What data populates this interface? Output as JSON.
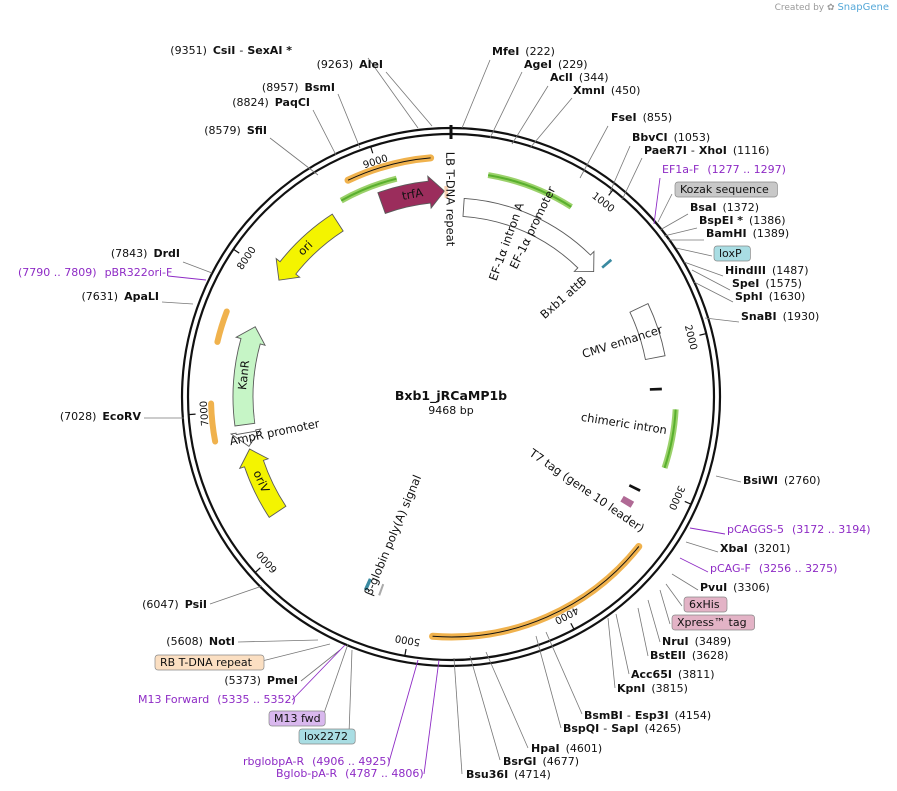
{
  "watermark": {
    "prefix": "Created by",
    "brand": "SnapGene"
  },
  "plasmid": {
    "name": "Bxb1_jRCaMP1b",
    "size_label": "9468 bp",
    "length": 9468
  },
  "ticks": [
    {
      "pos": 1000,
      "label": "1000"
    },
    {
      "pos": 2000,
      "label": "2000"
    },
    {
      "pos": 3000,
      "label": "3000"
    },
    {
      "pos": 4000,
      "label": "4000"
    },
    {
      "pos": 5000,
      "label": "5000"
    },
    {
      "pos": 6000,
      "label": "6000"
    },
    {
      "pos": 7000,
      "label": "7000"
    },
    {
      "pos": 8000,
      "label": "8000"
    },
    {
      "pos": 9000,
      "label": "9000"
    }
  ],
  "colors": {
    "trfA": "#9b2d5c",
    "ori": "#f4f400",
    "oriV": "#f4f400",
    "KanR": "#c6f5c6",
    "promoter_outline": "#5a5a5a",
    "orange_halo": "#f0b24d",
    "green_arrow": "#59b02d",
    "primer": "#8e2bc5",
    "outer_circle": "#111111"
  },
  "features": [
    {
      "name": "trfA",
      "start": 8950,
      "end": 9420,
      "dir": 1,
      "type": "cds",
      "label": "trfA"
    },
    {
      "name": "ori",
      "start": 8000,
      "end": 8600,
      "dir": -1,
      "type": "rep",
      "label": "ori"
    },
    {
      "name": "KanR",
      "start": 6900,
      "end": 7620,
      "dir": 1,
      "type": "cds",
      "label": "KanR"
    },
    {
      "name": "oriV",
      "start": 6220,
      "end": 6720,
      "dir": 1,
      "type": "rep",
      "label": "oriV"
    },
    {
      "name": "EF-1a promoter",
      "start": 100,
      "end": 1280,
      "dir": 1,
      "type": "promoter",
      "label": "EF-1α promoter"
    },
    {
      "name": "CMV enhancer",
      "start": 1700,
      "end": 2080,
      "dir": 1,
      "type": "enhancer",
      "label": "CMV enhancer"
    },
    {
      "name": "AmpR promoter",
      "start": 6740,
      "end": 6840,
      "dir": -1,
      "type": "promoter",
      "label": "AmpR promoter"
    }
  ],
  "inner_labels": [
    {
      "text": "LB T-DNA repeat",
      "pos": 9460,
      "r": 198
    },
    {
      "text": "EF-1α intron A",
      "pos": 520,
      "r": 165
    },
    {
      "text": "Bxb1 attB",
      "pos": 1280,
      "r": 150
    },
    {
      "text": "chimeric intron",
      "pos": 2600,
      "r": 175
    },
    {
      "text": "T7 tag (gene 10 leader)",
      "pos": 3280,
      "r": 165
    },
    {
      "text": "β-globin poly(A) signal",
      "pos": 5330,
      "r": 150
    }
  ],
  "enzymes": [
    {
      "name": "CsiI",
      "pos": "9351"
    },
    {
      "name": "SexAI *",
      "pos": ""
    },
    {
      "name": "AleI",
      "pos": "9263"
    },
    {
      "name": "BsmI",
      "pos": "8957"
    },
    {
      "name": "PaqCI",
      "pos": "8824"
    },
    {
      "name": "SfiI",
      "pos": "8579"
    },
    {
      "name": "DrdI",
      "pos": "7843"
    },
    {
      "name": "ApaLI",
      "pos": "7631"
    },
    {
      "name": "EcoRV",
      "pos": "7028"
    },
    {
      "name": "PsiI",
      "pos": "6047"
    },
    {
      "name": "NotI",
      "pos": "5608"
    },
    {
      "name": "PmeI",
      "pos": "5373"
    },
    {
      "name": "MfeI",
      "pos": "222"
    },
    {
      "name": "AgeI",
      "pos": "229"
    },
    {
      "name": "AclI",
      "pos": "344"
    },
    {
      "name": "XmnI",
      "pos": "450"
    },
    {
      "name": "FseI",
      "pos": "855"
    },
    {
      "name": "BbvCI",
      "pos": "1053"
    },
    {
      "name": "PaeR7I",
      "pos": ""
    },
    {
      "name": "XhoI",
      "pos": "1116"
    },
    {
      "name": "BsaI",
      "pos": "1372"
    },
    {
      "name": "BspEI *",
      "pos": "1386"
    },
    {
      "name": "BamHI",
      "pos": "1389"
    },
    {
      "name": "HindIII",
      "pos": "1487"
    },
    {
      "name": "SpeI",
      "pos": "1575"
    },
    {
      "name": "SphI",
      "pos": "1630"
    },
    {
      "name": "SnaBI",
      "pos": "1930"
    },
    {
      "name": "BsiWI",
      "pos": "2760"
    },
    {
      "name": "XbaI",
      "pos": "3201"
    },
    {
      "name": "PvuI",
      "pos": "3306"
    },
    {
      "name": "NruI",
      "pos": "3489"
    },
    {
      "name": "BstEII",
      "pos": "3628"
    },
    {
      "name": "Acc65I",
      "pos": "3811"
    },
    {
      "name": "KpnI",
      "pos": "3815"
    },
    {
      "name": "BsmBI",
      "pos": ""
    },
    {
      "name": "Esp3I",
      "pos": "4154"
    },
    {
      "name": "BspQI",
      "pos": ""
    },
    {
      "name": "SapI",
      "pos": "4265"
    },
    {
      "name": "HpaI",
      "pos": "4601"
    },
    {
      "name": "BsrGI",
      "pos": "4677"
    },
    {
      "name": "Bsu36I",
      "pos": "4714"
    }
  ],
  "primers": [
    {
      "text": "(1277 .. 1297)",
      "name": "EF1a-F"
    },
    {
      "text": "(7790 .. 7809)",
      "name": "pBR322ori-F"
    },
    {
      "text": "(3172 .. 3194)",
      "name": "pCAGGS-5"
    },
    {
      "text": "(3256 .. 3275)",
      "name": "pCAG-F"
    },
    {
      "text": "(5335 .. 5352)",
      "name": "M13 Forward"
    },
    {
      "text": "(4906 .. 4925)",
      "name": "rbglobpA-R"
    },
    {
      "text": "(4787 .. 4806)",
      "name": "Bglob-pA-R"
    }
  ],
  "boxes": [
    {
      "text": "Kozak sequence",
      "fill": "#c8c8c8"
    },
    {
      "text": "loxP",
      "fill": "#a9dde3"
    },
    {
      "text": "6xHis",
      "fill": "#e3b3c6"
    },
    {
      "text": "Xpress™ tag",
      "fill": "#e3b3c6"
    },
    {
      "text": "RB T-DNA repeat",
      "fill": "#fbdfc2"
    },
    {
      "text": "M13 fwd",
      "fill": "#d9b8ee"
    },
    {
      "text": "lox2272",
      "fill": "#a9dde3"
    }
  ]
}
